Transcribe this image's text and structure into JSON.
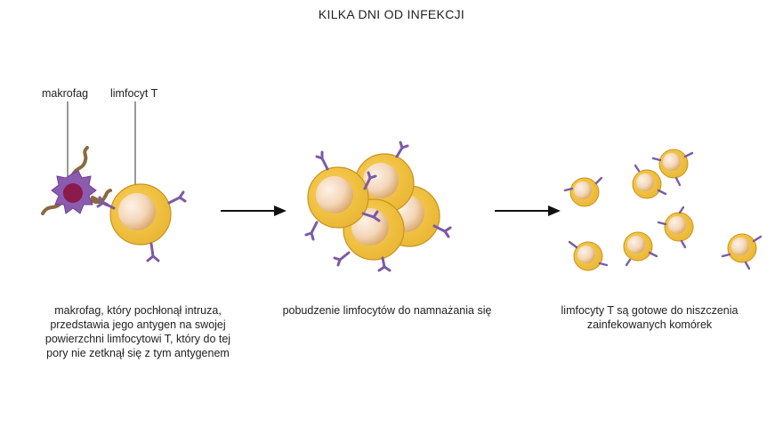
{
  "title": "KILKA DNI OD INFEKCJI",
  "labels": {
    "macrophage": "makrofag",
    "t_cell": "limfocyt T"
  },
  "captions": {
    "stage1": [
      "makrofag, który pochłonął intruza,",
      "przedstawia jego antygen na swojej",
      "powierzchni limfocytowi T, który do tej",
      "pory nie zetknął się z tym antygenem"
    ],
    "stage2": [
      "pobudzenie limfocytów do namnażania się"
    ],
    "stage3": [
      "limfocyty T są gotowe do niszczenia",
      "zainfekowanych komórek"
    ]
  },
  "colors": {
    "cell_outer": "#f1c13d",
    "cell_outline": "#c8951f",
    "cell_inner": "#f4dcc0",
    "receptor": "#7b5aa6",
    "macrophage": "#8b5bb0",
    "macrophage_nucleus": "#8a1b4a",
    "intruder": "#8a6a3e",
    "arrow": "#111111"
  }
}
